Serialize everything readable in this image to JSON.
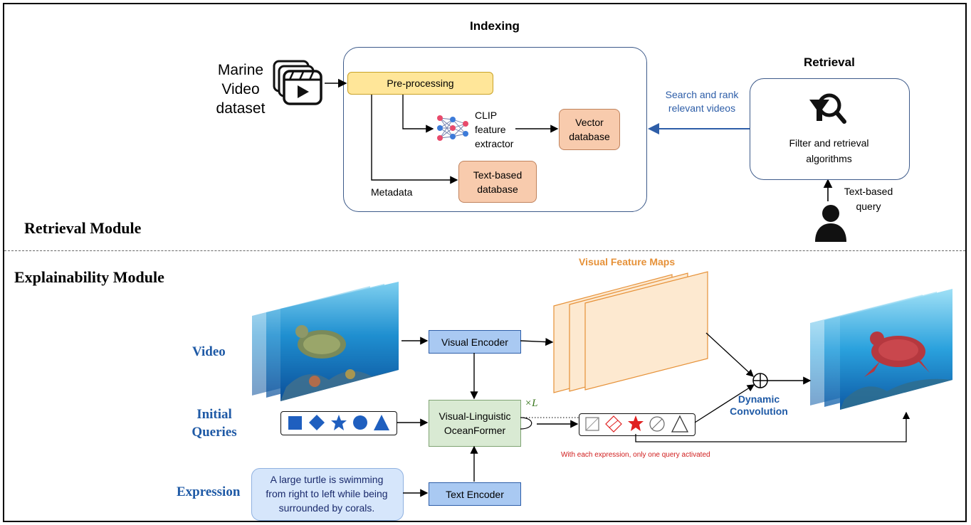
{
  "retrieval_module": {
    "title": "Retrieval Module",
    "indexing_title": "Indexing",
    "dataset_label": "Marine Video dataset",
    "dataset_lines": [
      "Marine",
      "Video",
      "dataset"
    ],
    "preprocessing": "Pre-processing",
    "clip_lines": [
      "CLIP",
      "feature",
      "extractor"
    ],
    "vector_db_lines": [
      "Vector",
      "database"
    ],
    "text_db_lines": [
      "Text-based",
      "database"
    ],
    "metadata": "Metadata",
    "retrieval_title": "Retrieval",
    "search_lines": [
      "Search and rank",
      "relevant videos"
    ],
    "filter_lines": [
      "Filter and retrieval",
      "algorithms"
    ],
    "query_lines": [
      "Text-based",
      "query"
    ]
  },
  "explainability_module": {
    "title": "Explainability Module",
    "video_label": "Video",
    "initial_queries_lines": [
      "Initial",
      "Queries"
    ],
    "expression_label": "Expression",
    "expression_lines": [
      "A large turtle is swimming",
      "from right to left while being",
      "surrounded by corals."
    ],
    "visual_encoder": "Visual Encoder",
    "oceanformer_lines": [
      "Visual-Linguistic",
      "OceanFormer"
    ],
    "repeat_label": "×L",
    "text_encoder": "Text Encoder",
    "feature_maps_title": "Visual Feature Maps",
    "dynamic_conv_lines": [
      "Dynamic",
      "Convolution"
    ],
    "activation_note": "With each expression, only one query activated"
  },
  "colors": {
    "frame_border": "#3d5a8a",
    "module_label_blue": "#1f5aa6",
    "search_text": "#2e5ea8",
    "feature_maps_orange": "#e69138",
    "activation_note_red": "#d01c1c",
    "repeat_green": "#38761d",
    "query_shape_blue": "#1f5fbf",
    "active_query_red": "#e02020"
  },
  "icons": [
    "video-clapper-stack-icon",
    "play-icon",
    "neural-network-icon",
    "filter-search-icon",
    "user-icon",
    "circle-plus-icon",
    "square-icon",
    "diamond-icon",
    "star-icon",
    "circle-icon",
    "triangle-icon"
  ]
}
